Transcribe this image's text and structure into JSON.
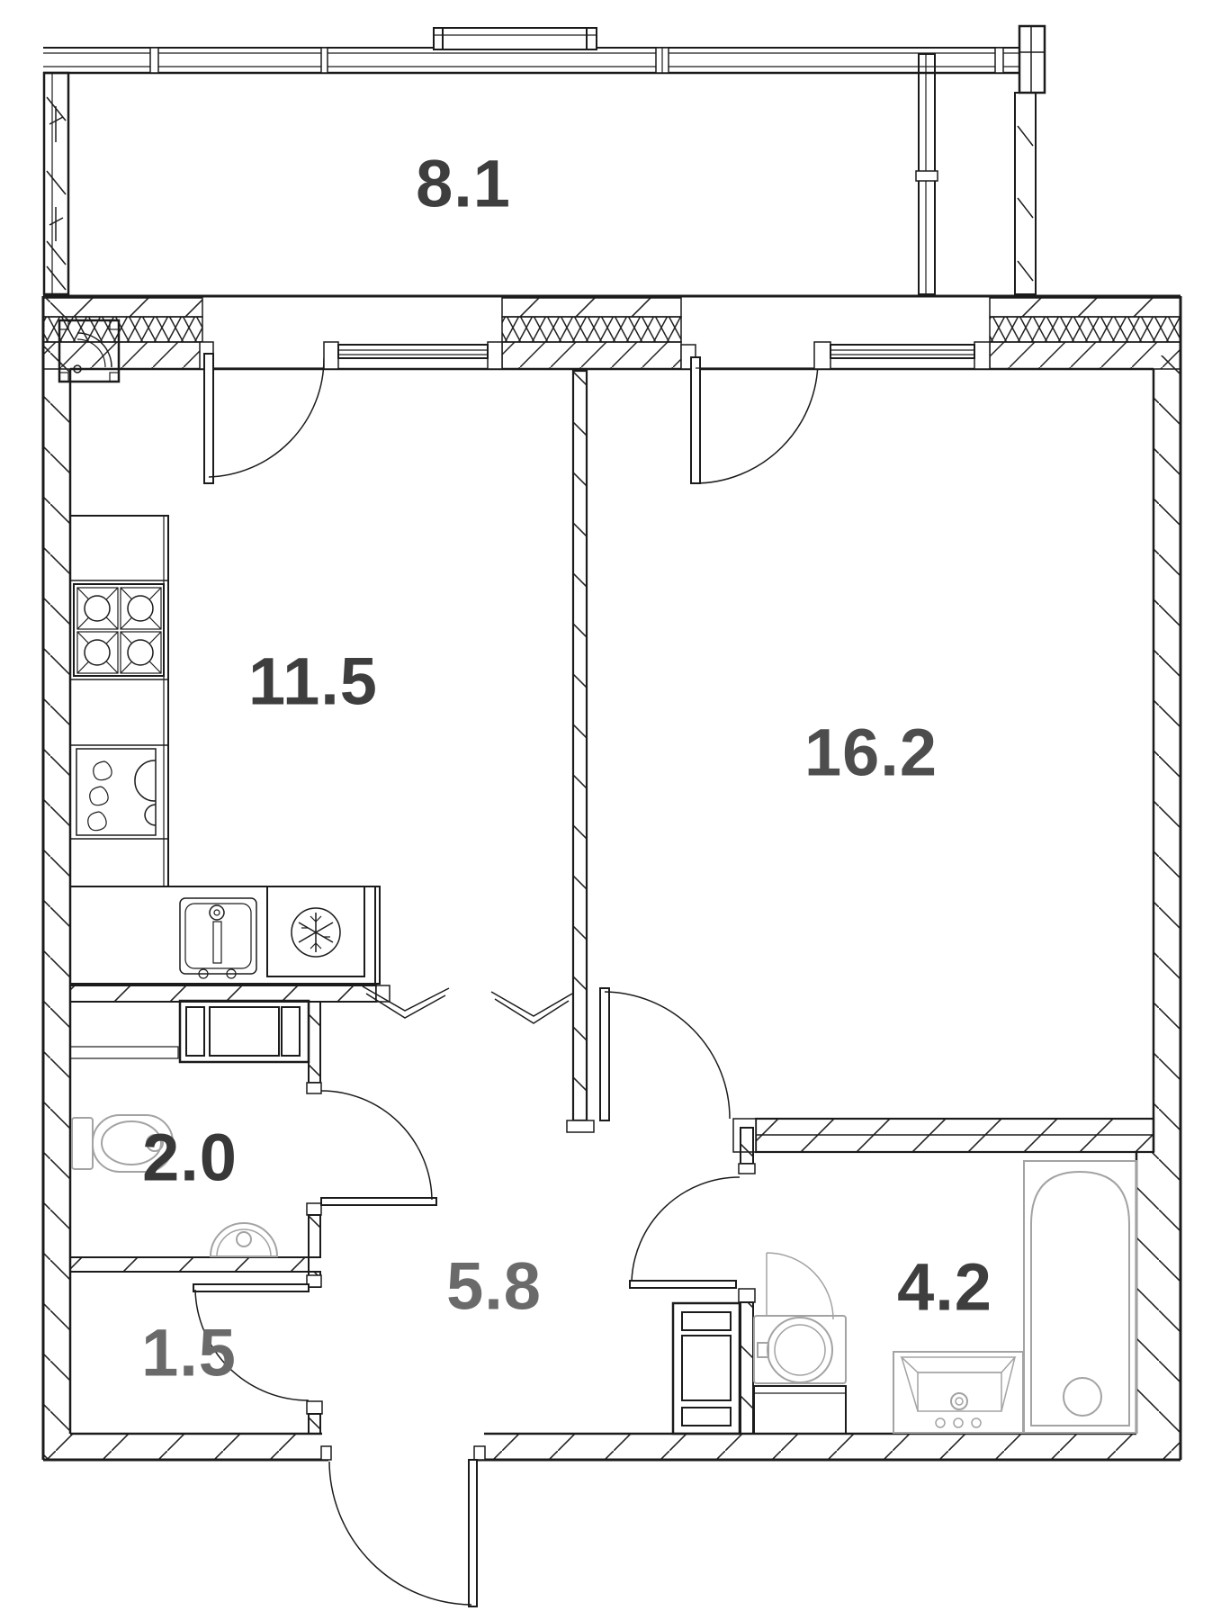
{
  "plan": {
    "rooms": [
      {
        "id": "balcony",
        "area": "8.1",
        "color": "#3e3e3e"
      },
      {
        "id": "kitchen",
        "area": "11.5",
        "color": "#3e3e3e"
      },
      {
        "id": "living-room",
        "area": "16.2",
        "color": "#4d4d4d"
      },
      {
        "id": "toilet",
        "area": "2.0",
        "color": "#383838"
      },
      {
        "id": "hallway",
        "area": "5.8",
        "color": "#6a6a6a"
      },
      {
        "id": "storage",
        "area": "1.5",
        "color": "#6a6a6a"
      },
      {
        "id": "bathroom",
        "area": "4.2",
        "color": "#3e3e3e"
      }
    ]
  }
}
